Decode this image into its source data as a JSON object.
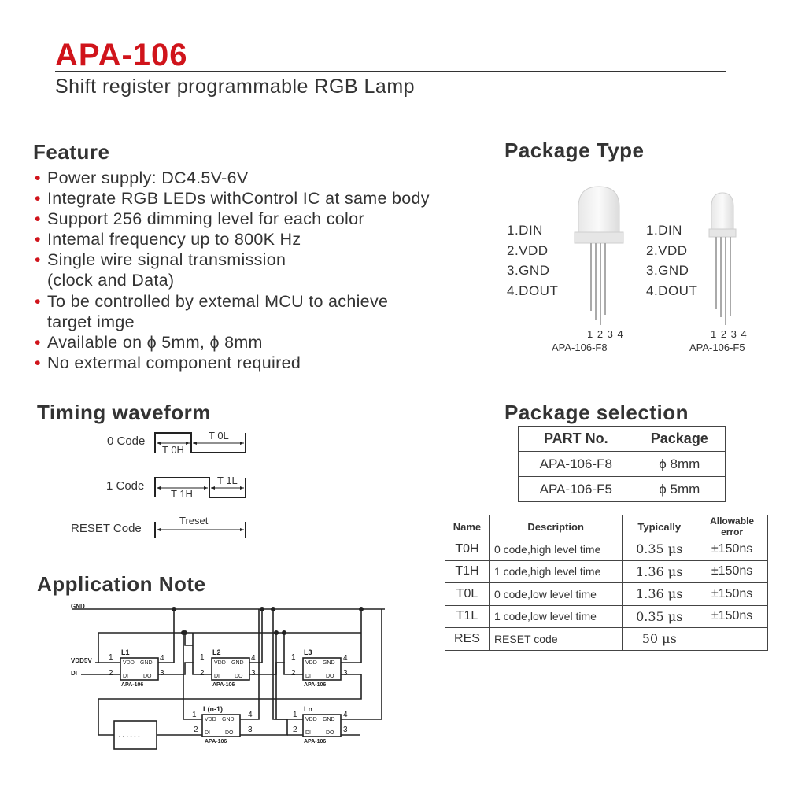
{
  "header": {
    "title": "APA-106",
    "subtitle": "Shift register programmable RGB Lamp"
  },
  "feature": {
    "heading": "Feature",
    "items": [
      "Power supply: DC4.5V-6V",
      "Integrate RGB LEDs withControl IC at same body",
      "Support 256 dimming level for each color",
      "Intemal frequency up to 800K Hz",
      "Single wire signal transmission",
      "(clock and Data)",
      "To be controlled by extemal MCU to achieve",
      "target imge",
      "Available on ϕ 5mm, ϕ 8mm",
      "No extermal component required"
    ]
  },
  "package_type": {
    "heading": "Package Type",
    "pins": [
      "1.DIN",
      "2.VDD",
      "3.GND",
      "4.DOUT"
    ],
    "pin_numbers": "1 2 3 4",
    "models": [
      "APA-106-F8",
      "APA-106-F5"
    ]
  },
  "timing": {
    "heading": "Timing waveform",
    "codes": [
      {
        "label": "0 Code",
        "high": "T 0H",
        "low": "T 0L"
      },
      {
        "label": "1 Code",
        "high": "T 1H",
        "low": "T 1L"
      },
      {
        "label": "RESET Code",
        "span": "Treset"
      }
    ]
  },
  "package_selection": {
    "heading": "Package selection",
    "columns": [
      "PART No.",
      "Package"
    ],
    "rows": [
      [
        "APA-106-F8",
        "ϕ 8mm"
      ],
      [
        "APA-106-F5",
        "ϕ 5mm"
      ]
    ]
  },
  "spec_table": {
    "columns": [
      "Name",
      "Description",
      "Typically",
      "Allowable error"
    ],
    "rows": [
      [
        "T0H",
        "0 code,high level time",
        "0.35 μs",
        "±150ns"
      ],
      [
        "T1H",
        "1 code,high level time",
        "1.36 μs",
        "±150ns"
      ],
      [
        "T0L",
        "0 code,low level time",
        "1.36 μs",
        "±150ns"
      ],
      [
        "T1L",
        "1 code,low level time",
        "0.35 μs",
        "±150ns"
      ],
      [
        "RES",
        "RESET code",
        "50 μs",
        ""
      ]
    ]
  },
  "application_note": {
    "heading": "Application Note",
    "rails": {
      "gnd": "GND",
      "vdd": "VDD5V",
      "di": "DI"
    },
    "chips": [
      {
        "name": "L1",
        "part": "APA-106"
      },
      {
        "name": "L2",
        "part": "APA-106"
      },
      {
        "name": "L3",
        "part": "APA-106"
      },
      {
        "name": "L(n-1)",
        "part": "APA-106"
      },
      {
        "name": "Ln",
        "part": "APA-106"
      }
    ],
    "pin_labels": {
      "vdd": "VDD",
      "gnd": "GND",
      "di": "DI",
      "do": "DO",
      "p1": "1",
      "p2": "2",
      "p3": "3",
      "p4": "4"
    },
    "ellipsis": "......"
  }
}
